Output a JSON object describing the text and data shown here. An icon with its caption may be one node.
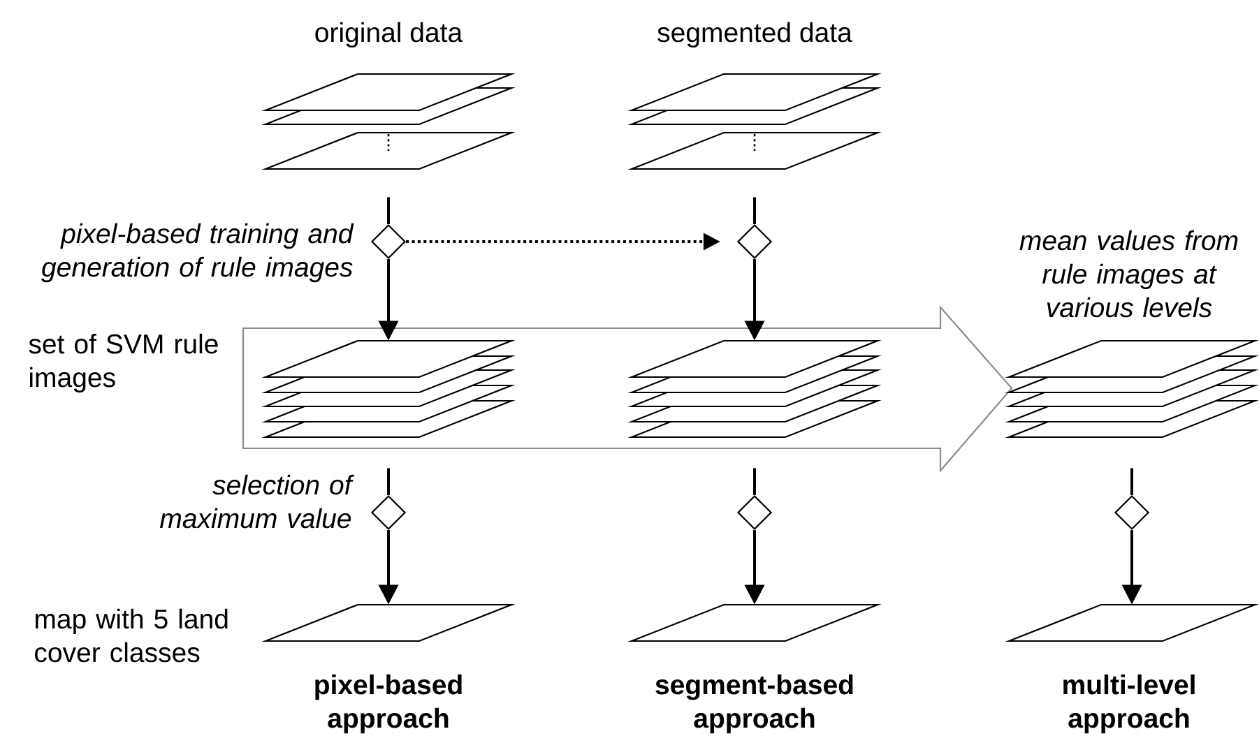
{
  "diagram": {
    "nodes": [
      {
        "text": [
          "original data"
        ]
      },
      {
        "text": [
          "segmented data"
        ]
      },
      {
        "text": [],
        "shape": "diamond"
      },
      {
        "text": [],
        "shape": "diamond"
      },
      {
        "text": [],
        "shape": "stack"
      },
      {
        "text": [],
        "shape": "stack"
      },
      {
        "text": [],
        "shape": "stack"
      },
      {
        "text": [],
        "shape": "diamond"
      },
      {
        "text": [],
        "shape": "diamond"
      },
      {
        "text": [],
        "shape": "diamond"
      },
      {
        "text": [],
        "shape": "parallelogram"
      },
      {
        "text": [],
        "shape": "parallelogram"
      },
      {
        "text": [],
        "shape": "parallelogram"
      }
    ],
    "edges": [
      {
        "from": 0,
        "to": 2,
        "arrow": "none"
      },
      {
        "from": 2,
        "to": 4,
        "arrow": "to"
      },
      {
        "from": 1,
        "to": 3,
        "arrow": "none"
      },
      {
        "from": 3,
        "to": 5,
        "arrow": "to"
      },
      {
        "from": 2,
        "to": 3,
        "arrow": "to",
        "style": "dashed"
      },
      {
        "from": 4,
        "to": 7,
        "arrow": "none"
      },
      {
        "from": 7,
        "to": 10,
        "arrow": "to"
      },
      {
        "from": 5,
        "to": 8,
        "arrow": "none"
      },
      {
        "from": 8,
        "to": 11,
        "arrow": "to"
      },
      {
        "from": 6,
        "to": 9,
        "arrow": "none"
      },
      {
        "from": 9,
        "to": 12,
        "arrow": "to"
      }
    ],
    "labels": [
      "pixel-based training and generation of rule images",
      "mean values from rule images at various levels",
      "set of SVM rule images",
      "selection of maximum value",
      "map with 5 land cover classes",
      "pixel-based approach",
      "segment-based approach",
      "multi-level approach"
    ]
  }
}
